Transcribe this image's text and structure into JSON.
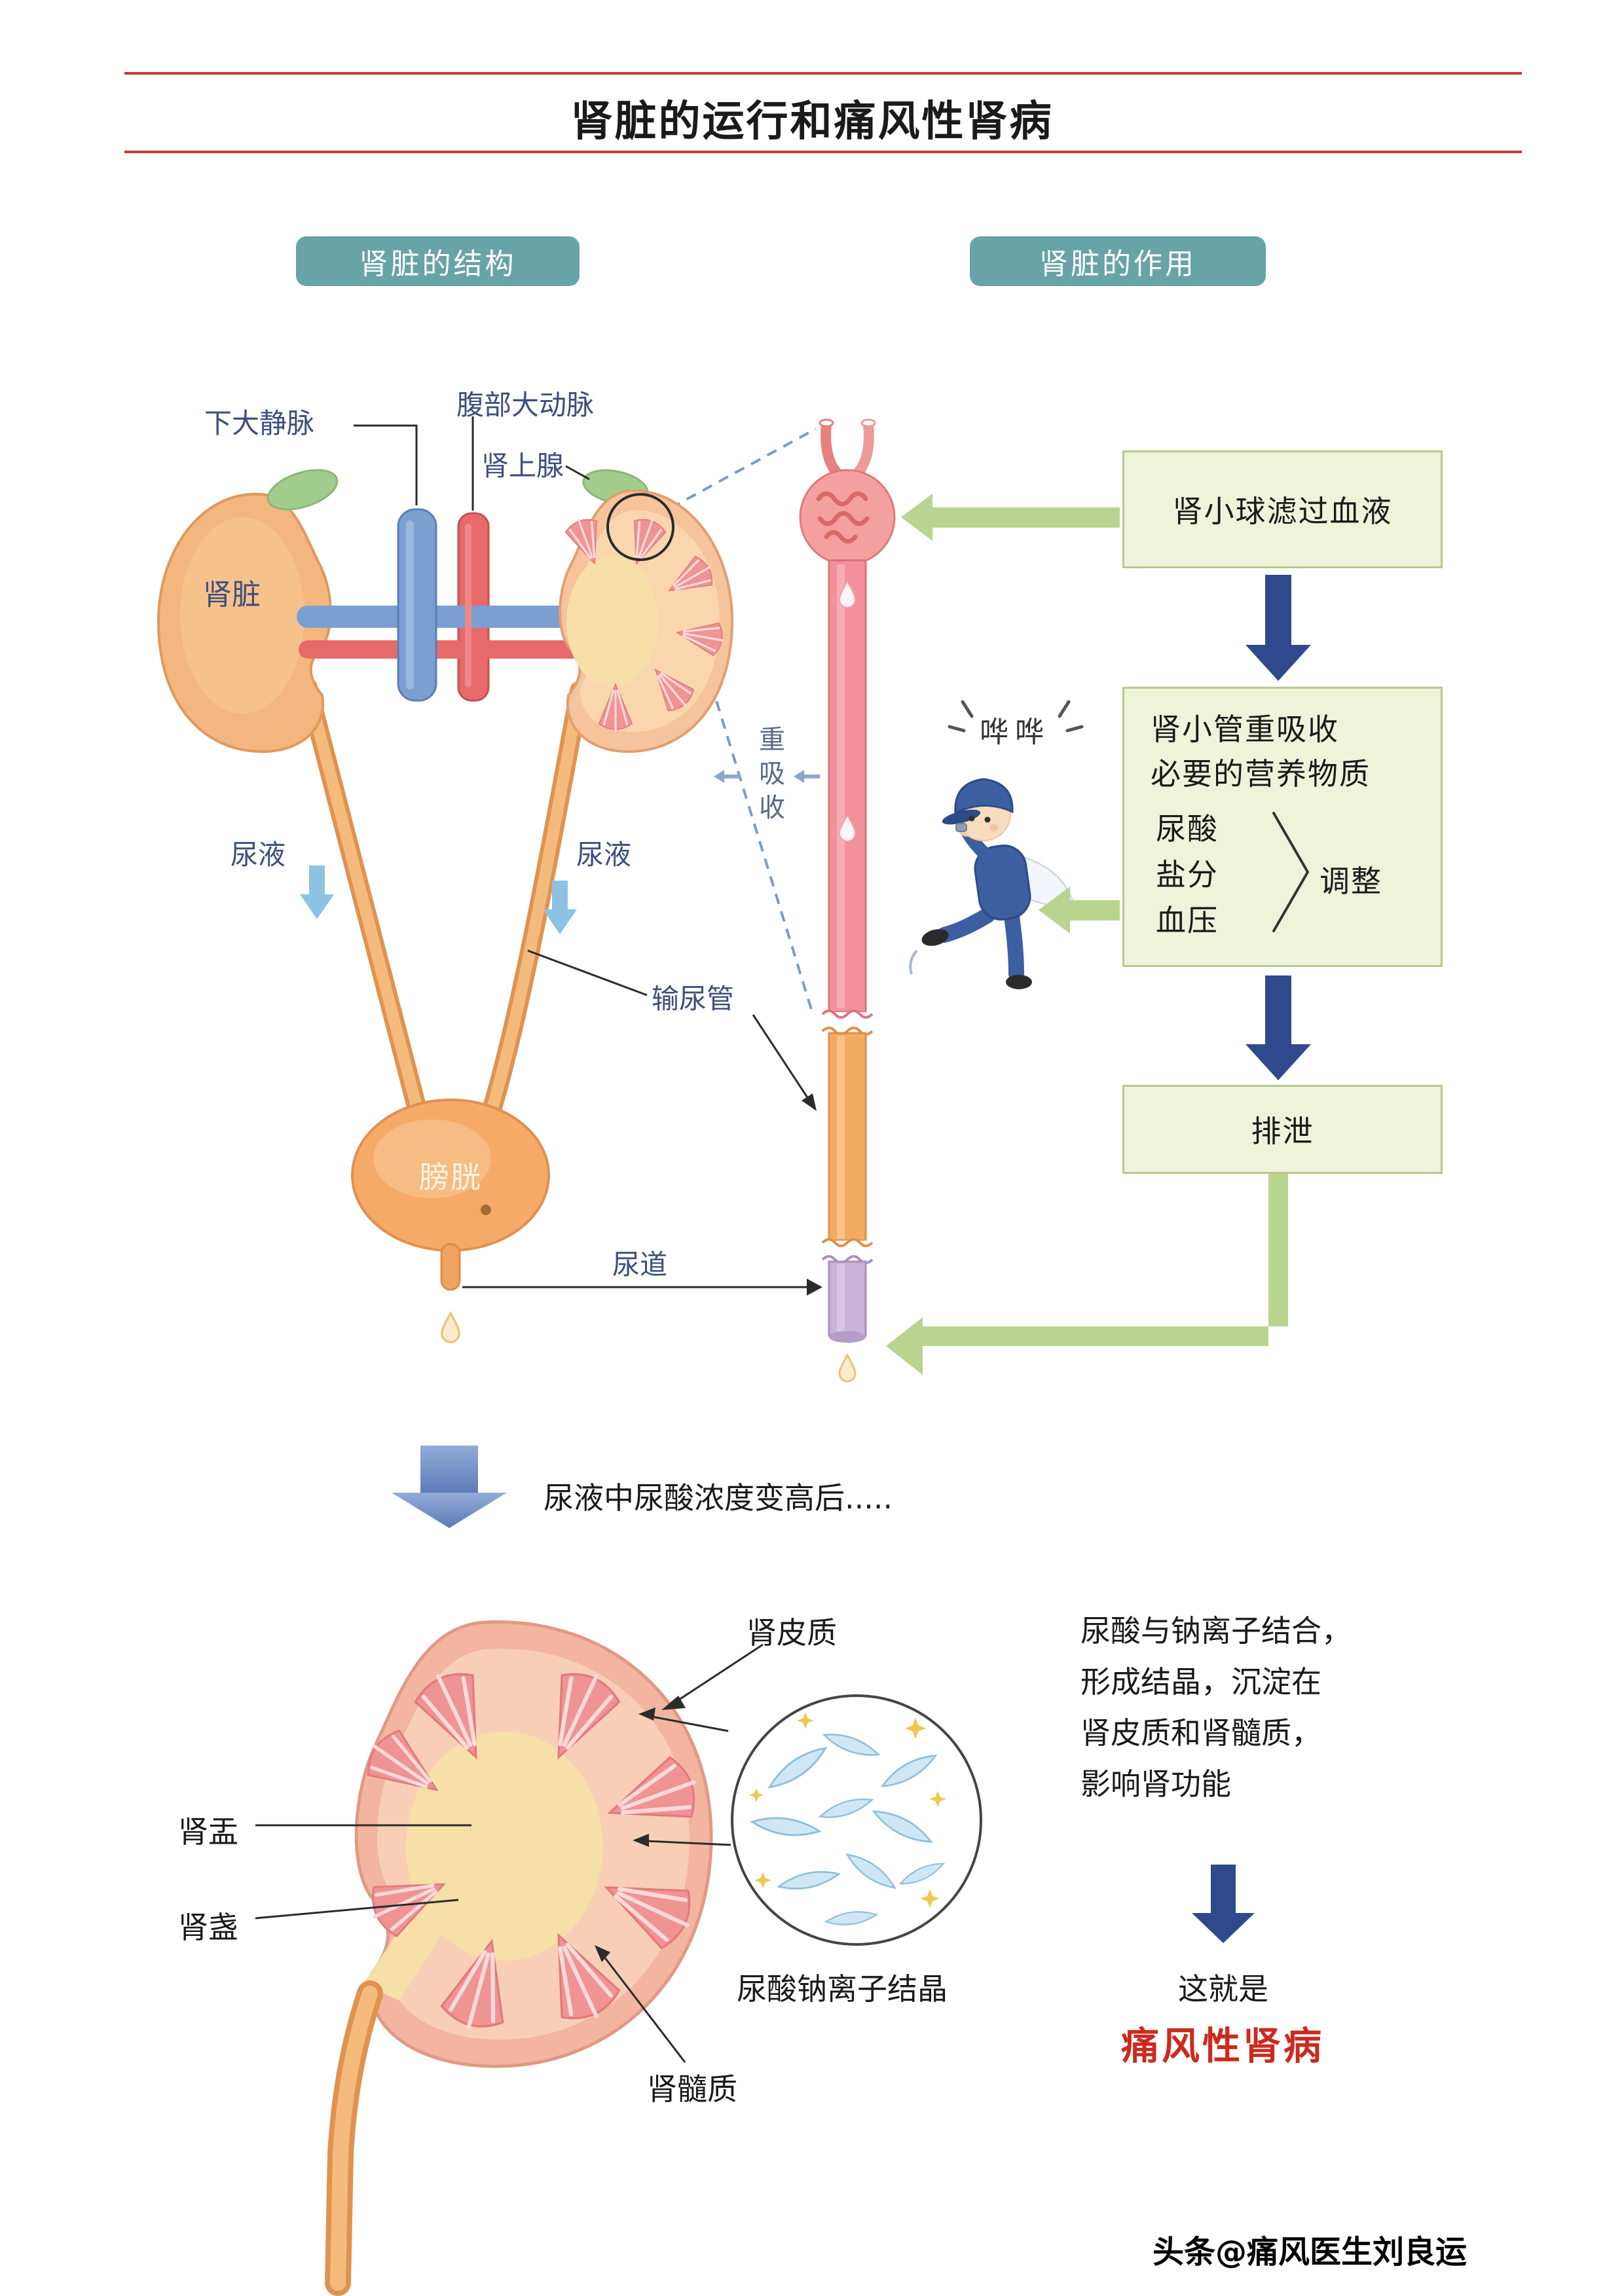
{
  "page": {
    "title": "肾脏的运行和痛风性肾病",
    "watermark": "头条@痛风医生刘良运"
  },
  "sections": {
    "structure": "肾脏的结构",
    "function": "肾脏的作用"
  },
  "anatomy": {
    "vena_cava": "下大静脉",
    "aorta": "腹部大动脉",
    "adrenal": "肾上腺",
    "kidney": "肾脏",
    "urine_left": "尿液",
    "urine_right": "尿液",
    "ureter": "输尿管",
    "bladder": "膀胱",
    "urethra": "尿道"
  },
  "nephron": {
    "reabsorption": "重吸收",
    "sound": "哗哗"
  },
  "flow": {
    "box_filter": "肾小球滤过血液",
    "box_reabsorb_line1": "肾小管重吸收",
    "box_reabsorb_line2": "必要的营养物质",
    "item_uric_acid": "尿酸",
    "item_salt": "盐分",
    "item_blood_pressure": "血压",
    "adjust": "调整",
    "box_excrete": "排泄"
  },
  "bottom": {
    "lead": "尿液中尿酸浓度变高后.....",
    "cortex": "肾皮质",
    "pelvis": "肾盂",
    "calyx": "肾盏",
    "medulla": "肾髓质",
    "crystal": "尿酸钠离子结晶",
    "desc1": "尿酸与钠离子结合，",
    "desc2": "形成结晶，沉淀在",
    "desc3": "肾皮质和肾髓质，",
    "desc4": "影响肾功能",
    "conclusion_lead": "这就是",
    "disease": "痛风性肾病"
  },
  "colors": {
    "divider_red": "#c23b2e",
    "pill_teal": "#68a3a8",
    "box_bg": "#eef3da",
    "box_border": "#b7c98f",
    "arrow_navy": "#2e4a8c",
    "arrow_green": "#b8d48e",
    "disease_red": "#cc2a1e",
    "label_blue": "#3d4f7c"
  }
}
